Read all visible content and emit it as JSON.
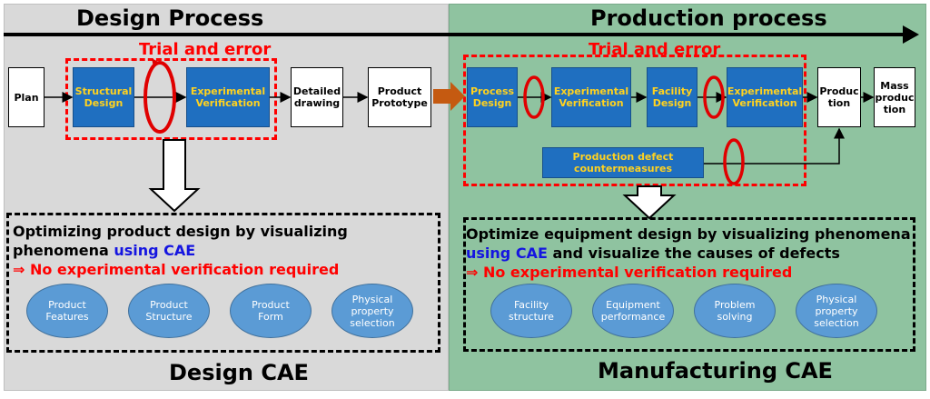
{
  "design": {
    "title": "Design Process",
    "trial": "Trial and error",
    "steps": {
      "plan": "Plan",
      "structural": "Structural\nDesign",
      "experimental": "Experimental\nVerification",
      "detailed": "Detailed\ndrawing",
      "prototype": "Product\nPrototype"
    },
    "cae_line1": "Optimizing product design by visualizing",
    "cae_line2_a": "phenomena ",
    "cae_line2_b": "using CAE",
    "cae_line3": "⇒ No experimental verification required",
    "ovals": [
      "Product\nFeatures",
      "Product\nStructure",
      "Product\nForm",
      "Physical\nproperty\nselection"
    ],
    "footer": "Design CAE"
  },
  "production": {
    "title": "Production process",
    "trial": "Trial and error",
    "steps": {
      "process": "Process\nDesign",
      "experimental": "Experimental\nVerification",
      "facility": "Facility\nDesign",
      "experimental2": "Experimental\nVerification",
      "production": "Produc\ntion",
      "mass": "Mass\nproduc\ntion",
      "defect": "Production defect\ncountermeasures"
    },
    "cae_line1": "Optimize equipment design by visualizing phenomena",
    "cae_line2_a": "using CAE",
    "cae_line2_b": " and visualize the causes of defects",
    "cae_line3": "⇒ No experimental verification required",
    "ovals": [
      "Facility\nstructure",
      "Equipment\nperformance",
      "Problem\nsolving",
      "Physical\nproperty\nselection"
    ],
    "footer": "Manufacturing CAE"
  },
  "colors": {
    "left_bg": "#d9d9d9",
    "right_bg": "#8fc3a0",
    "blue_box": "#1f6fc0",
    "box_text": "#ffd21f",
    "trial_red": "#ff0000",
    "oval": "#5b9bd5",
    "cae_blue": "#1515e0"
  }
}
